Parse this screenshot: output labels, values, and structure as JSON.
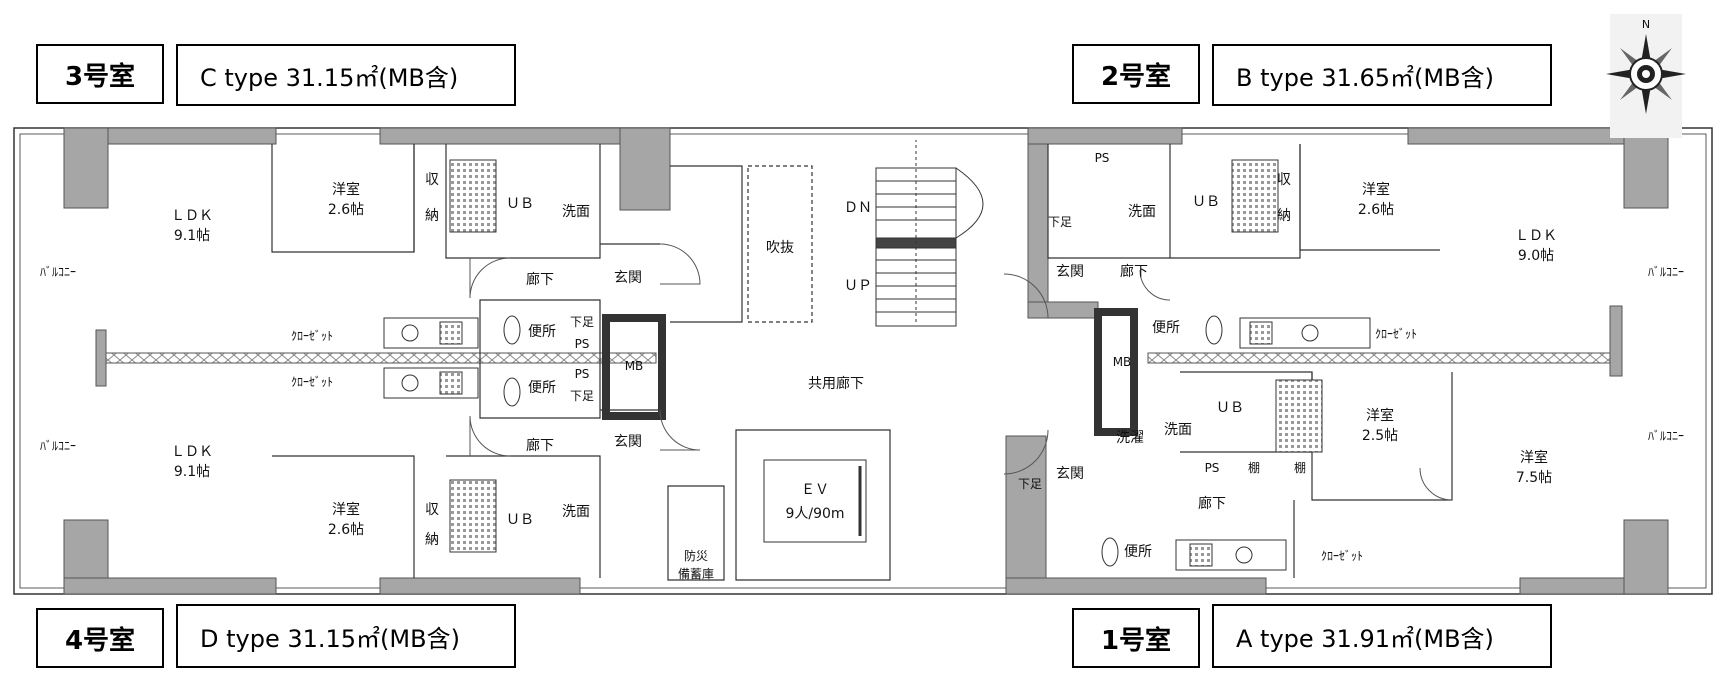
{
  "units": [
    {
      "number": "3号室",
      "type": "C type 31.15㎡(MB含)"
    },
    {
      "number": "2号室",
      "type": "B type 31.65㎡(MB含)"
    },
    {
      "number": "4号室",
      "type": "D type 31.15㎡(MB含)"
    },
    {
      "number": "1号室",
      "type": "A type 31.91㎡(MB含)"
    }
  ],
  "compass": {
    "north": "N"
  },
  "rooms": {
    "western_room": "洋室",
    "mats_2_6": "2.6帖",
    "mats_2_5": "2.5帖",
    "mats_7_5": "7.5帖",
    "ldk": "ＬＤＫ",
    "mats_9_1": "9.1帖",
    "mats_9_0": "9.0帖",
    "storage_top": "収",
    "storage_bottom": "納",
    "unit_bath": "ＵＢ",
    "washroom": "洗面",
    "laundry": "洗濯",
    "corridor": "廊下",
    "entrance": "玄関",
    "toilet": "便所",
    "shoe_box": "下足",
    "pipe_space": "PS",
    "meter_box": "MB",
    "closet": "ｸﾛｰｾﾞｯﾄ",
    "balcony": "ﾊﾞﾙｺﾆｰ",
    "shelf": "棚",
    "void": "吹抜",
    "common_corridor": "共用廊下",
    "stairs_down": "ＤＮ",
    "stairs_up": "ＵＰ",
    "elevator": "ＥＶ",
    "elevator_capacity": "9人/90m",
    "disaster_storage_1": "防災",
    "disaster_storage_2": "備蓄庫"
  },
  "colors": {
    "wall": "#a6a6a6",
    "line": "#333333",
    "hatch": "#888888"
  }
}
